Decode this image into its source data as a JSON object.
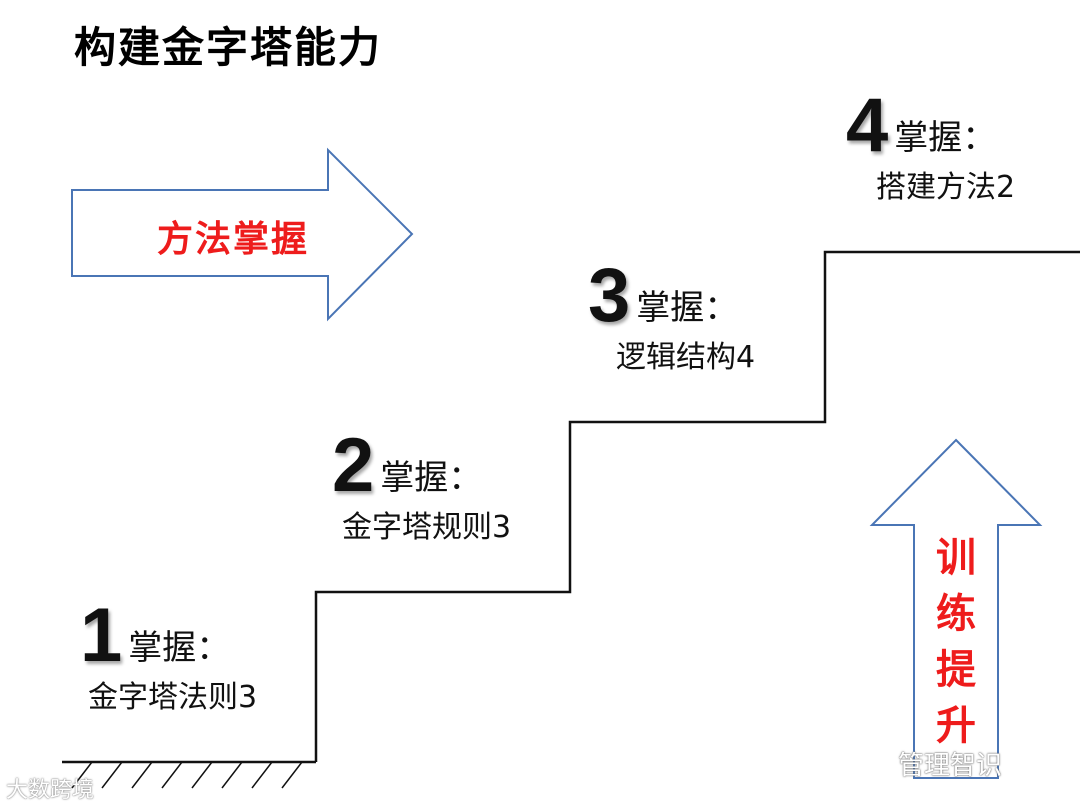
{
  "title": "构建金字塔能力",
  "method_arrow": {
    "label": "方法掌握"
  },
  "training_arrow": {
    "chars": [
      "训",
      "练",
      "提",
      "升"
    ]
  },
  "steps": [
    {
      "number": "1",
      "grasp": "掌握：",
      "topic": "金字塔法则3"
    },
    {
      "number": "2",
      "grasp": "掌握：",
      "topic": "金字塔规则3"
    },
    {
      "number": "3",
      "grasp": "掌握：",
      "topic": "逻辑结构4"
    },
    {
      "number": "4",
      "grasp": "掌握：",
      "topic": "搭建方法2"
    }
  ],
  "watermarks": {
    "left": "大数跨境",
    "right": "管理智识"
  },
  "colors": {
    "arrow_stroke": "#4a75b5",
    "accent_text": "#ee1c1c",
    "staircase": "#111111"
  }
}
